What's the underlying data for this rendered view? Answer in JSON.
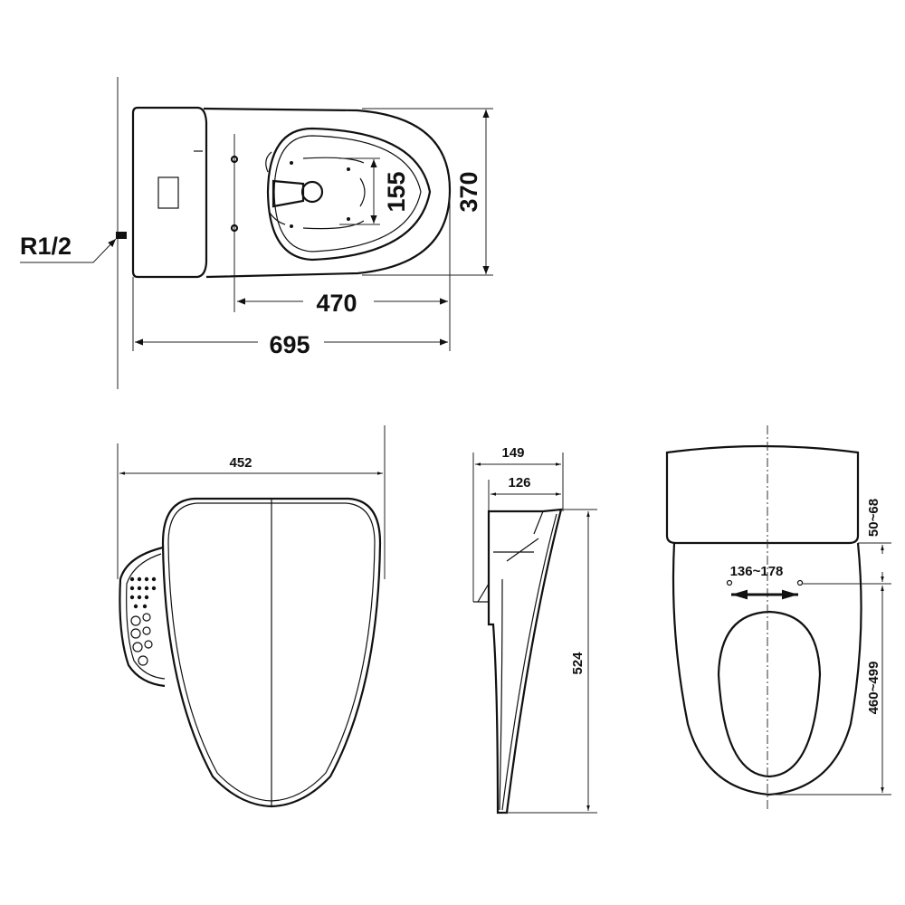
{
  "top_view": {
    "inlet_label": "R1/2",
    "dim_width": "370",
    "dim_outlet": "155",
    "dim_bowl_length": "470",
    "dim_total_length": "695"
  },
  "seat_top_view": {
    "dim_width": "452"
  },
  "seat_side_view": {
    "dim_depth_outer": "149",
    "dim_depth_inner": "126",
    "dim_length": "524"
  },
  "mounting_view": {
    "dim_hole_spacing": "136~178",
    "dim_tank_offset": "50~68",
    "dim_hole_to_front": "460~499"
  },
  "colors": {
    "line": "#111111",
    "background": "#ffffff"
  }
}
